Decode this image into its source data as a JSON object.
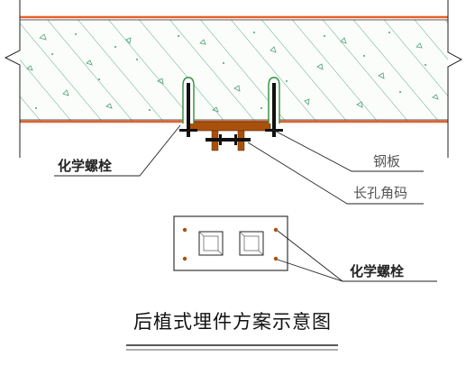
{
  "labels": {
    "chem_bolt_left": "化学螺栓",
    "steel_plate": "钢板",
    "slotted_angle": "长孔角码",
    "chem_bolt_right": "化学螺栓"
  },
  "title": "后植式埋件方案示意图",
  "colors": {
    "slab_edge": "#e8622a",
    "hatch": "#4fa079",
    "plate": "#a9510c",
    "bolt": "#111111",
    "anchor_outline": "#2f8f3b"
  }
}
